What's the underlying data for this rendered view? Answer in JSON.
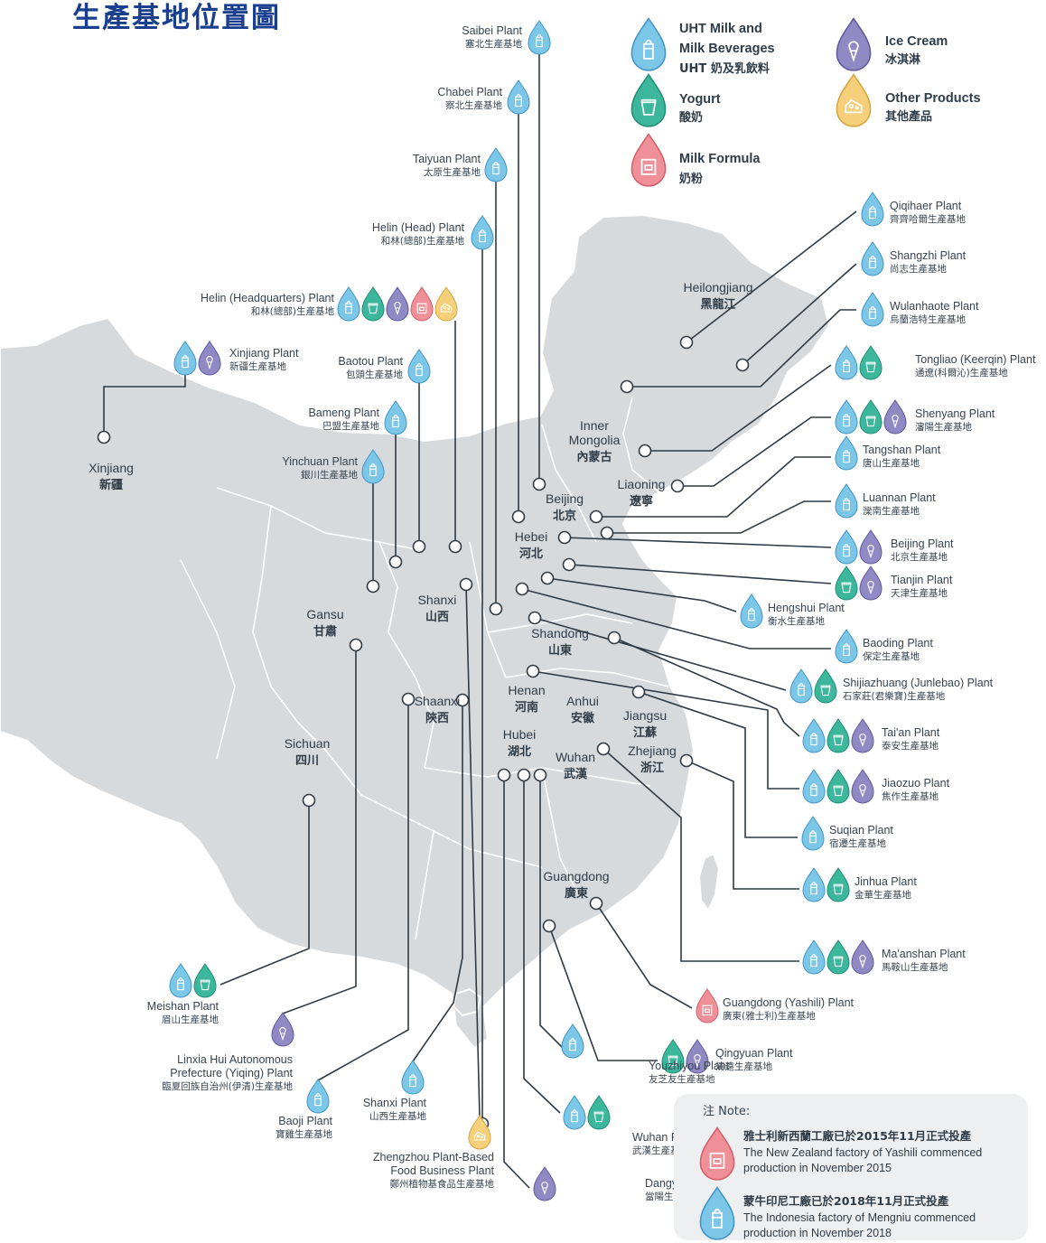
{
  "title": "生產基地位置圖",
  "colors": {
    "uht": "#7cc6e8",
    "uht_dark": "#3f96c6",
    "yogurt": "#3db79c",
    "yogurt_dark": "#1f8f78",
    "ice_cream": "#8f89c4",
    "ice_cream_dark": "#5f5a9e",
    "milk_formula": "#ef8f97",
    "milk_formula_dark": "#d45f6a",
    "other": "#f5cf7a",
    "other_dark": "#d8a53e",
    "land": "#d7dadc",
    "line": "#2f3a44",
    "note_bg": "#eeeff0"
  },
  "legend": [
    {
      "id": "uht",
      "icon": "carton-icon",
      "en": [
        "UHT Milk and",
        "Milk Beverages"
      ],
      "zh": "UHT 奶及乳飲料"
    },
    {
      "id": "yogurt",
      "icon": "cup-icon",
      "en": [
        "Yogurt"
      ],
      "zh": "酸奶"
    },
    {
      "id": "milk_formula",
      "icon": "can-icon",
      "en": [
        "Milk Formula"
      ],
      "zh": "奶粉"
    },
    {
      "id": "ice_cream",
      "icon": "cone-icon",
      "en": [
        "Ice Cream"
      ],
      "zh": "冰淇淋"
    },
    {
      "id": "other",
      "icon": "cheese-icon",
      "en": [
        "Other Products"
      ],
      "zh": "其他產品"
    }
  ],
  "regions": [
    {
      "en": "Heilongjiang",
      "zh": "黑龍江"
    },
    {
      "en": "Inner",
      "en2": "Mongolia",
      "zh": "內蒙古"
    },
    {
      "en": "Liaoning",
      "zh": "遼寧"
    },
    {
      "en": "Beijing",
      "zh": "北京"
    },
    {
      "en": "Hebei",
      "zh": "河北"
    },
    {
      "en": "Shanxi",
      "zh": "山西"
    },
    {
      "en": "Shandong",
      "zh": "山東"
    },
    {
      "en": "Gansu",
      "zh": "甘肅"
    },
    {
      "en": "Shaanxi",
      "zh": "陝西"
    },
    {
      "en": "Henan",
      "zh": "河南"
    },
    {
      "en": "Anhui",
      "zh": "安徽"
    },
    {
      "en": "Jiangsu",
      "zh": "江蘇"
    },
    {
      "en": "Hubei",
      "zh": "湖北"
    },
    {
      "en": "Wuhan",
      "zh": "武漢"
    },
    {
      "en": "Zhejiang",
      "zh": "浙江"
    },
    {
      "en": "Sichuan",
      "zh": "四川"
    },
    {
      "en": "Xinjiang",
      "zh": "新疆"
    },
    {
      "en": "Guangdong",
      "zh": "廣東"
    }
  ],
  "plants": [
    {
      "en": "Saibei Plant",
      "zh": "塞北生產基地",
      "products": [
        "uht"
      ]
    },
    {
      "en": "Chabei Plant",
      "zh": "察北生產基地",
      "products": [
        "uht"
      ]
    },
    {
      "en": "Taiyuan Plant",
      "zh": "太原生產基地",
      "products": [
        "uht"
      ]
    },
    {
      "en": "Helin (Head) Plant",
      "zh": "和林(總部)生產基地",
      "products": [
        "uht"
      ]
    },
    {
      "en": "Helin (Headquarters) Plant",
      "zh": "和林(總部)生產基地",
      "products": [
        "uht",
        "yogurt",
        "ice_cream",
        "milk_formula",
        "other"
      ]
    },
    {
      "en": "Xinjiang Plant",
      "zh": "新疆生產基地",
      "products": [
        "uht",
        "ice_cream"
      ]
    },
    {
      "en": "Baotou Plant",
      "zh": "包頭生產基地",
      "products": [
        "uht"
      ]
    },
    {
      "en": "Bameng Plant",
      "zh": "巴盟生產基地",
      "products": [
        "uht"
      ]
    },
    {
      "en": "Yinchuan Plant",
      "zh": "銀川生產基地",
      "products": [
        "uht"
      ]
    },
    {
      "en": "Qiqihaer Plant",
      "zh": "齊齊哈爾生產基地",
      "products": [
        "uht"
      ]
    },
    {
      "en": "Shangzhi Plant",
      "zh": "尚志生產基地",
      "products": [
        "uht"
      ]
    },
    {
      "en": "Wulanhaote Plant",
      "zh": "烏蘭浩特生產基地",
      "products": [
        "uht"
      ]
    },
    {
      "en": "Tongliao (Keerqin) Plant",
      "zh": "通遼(科爾沁)生產基地",
      "products": [
        "uht",
        "yogurt"
      ]
    },
    {
      "en": "Shenyang Plant",
      "zh": "瀋陽生產基地",
      "products": [
        "uht",
        "yogurt",
        "ice_cream"
      ]
    },
    {
      "en": "Tangshan Plant",
      "zh": "唐山生產基地",
      "products": [
        "uht"
      ]
    },
    {
      "en": "Luannan Plant",
      "zh": "灤南生產基地",
      "products": [
        "uht"
      ]
    },
    {
      "en": "Beijing Plant",
      "zh": "北京生產基地",
      "products": [
        "uht",
        "ice_cream"
      ]
    },
    {
      "en": "Tianjin Plant",
      "zh": "天津生產基地",
      "products": [
        "yogurt",
        "ice_cream"
      ]
    },
    {
      "en": "Hengshui Plant",
      "zh": "衡水生產基地",
      "products": [
        "uht"
      ]
    },
    {
      "en": "Baoding Plant",
      "zh": "保定生產基地",
      "products": [
        "uht"
      ]
    },
    {
      "en": "Shijiazhuang (Junlebao) Plant",
      "zh": "石家莊(君樂寶)生產基地",
      "products": [
        "uht",
        "yogurt"
      ]
    },
    {
      "en": "Tai'an Plant",
      "zh": "泰安生產基地",
      "products": [
        "uht",
        "yogurt",
        "ice_cream"
      ]
    },
    {
      "en": "Jiaozuo Plant",
      "zh": "焦作生產基地",
      "products": [
        "uht",
        "yogurt",
        "ice_cream"
      ]
    },
    {
      "en": "Suqian Plant",
      "zh": "宿遷生產基地",
      "products": [
        "uht"
      ]
    },
    {
      "en": "Jinhua Plant",
      "zh": "金華生產基地",
      "products": [
        "uht",
        "yogurt"
      ]
    },
    {
      "en": "Ma'anshan Plant",
      "zh": "馬鞍山生產基地",
      "products": [
        "uht",
        "yogurt",
        "ice_cream"
      ]
    },
    {
      "en": "Guangdong (Yashili) Plant",
      "zh": "廣東(雅士利)生產基地",
      "products": [
        "milk_formula"
      ]
    },
    {
      "en": "Qingyuan Plant",
      "zh": "清遠生產基地",
      "products": [
        "yogurt",
        "ice_cream"
      ]
    },
    {
      "en": "Youzhiyou Plant",
      "zh": "友芝友生產基地",
      "products": [
        "uht"
      ]
    },
    {
      "en": "Wuhan Plant",
      "zh": "武漢生產基地",
      "products": [
        "uht",
        "yogurt"
      ]
    },
    {
      "en": "Dangyang Plant",
      "zh": "當陽生產基地",
      "products": [
        "ice_cream"
      ]
    },
    {
      "en": "Zhengzhou Plant-Based",
      "en2": "Food Business Plant",
      "zh": "鄭州植物基食品生產基地",
      "products": [
        "other"
      ]
    },
    {
      "en": "Shanxi Plant",
      "zh": "山西生產基地",
      "products": [
        "uht"
      ]
    },
    {
      "en": "Baoji Plant",
      "zh": "寶雞生產基地",
      "products": [
        "uht"
      ]
    },
    {
      "en": "Linxia Hui Autonomous",
      "en2": "Prefecture (Yiqing) Plant",
      "zh": "臨夏回族自治州(伊清)生產基地",
      "products": [
        "ice_cream"
      ]
    },
    {
      "en": "Meishan Plant",
      "zh": "眉山生產基地",
      "products": [
        "uht",
        "yogurt"
      ]
    }
  ],
  "note": {
    "title": "注 Note:",
    "items": [
      {
        "product": "milk_formula",
        "zh": "雅士利新西蘭工廠已於2015年11月正式投產",
        "en": [
          "The New Zealand factory of Yashili commenced",
          "production in November 2015"
        ]
      },
      {
        "product": "uht",
        "zh": "蒙牛印尼工廠已於2018年11月正式投產",
        "en": [
          "The Indonesia factory of Mengniu commenced",
          "production in November 2018"
        ]
      }
    ]
  }
}
